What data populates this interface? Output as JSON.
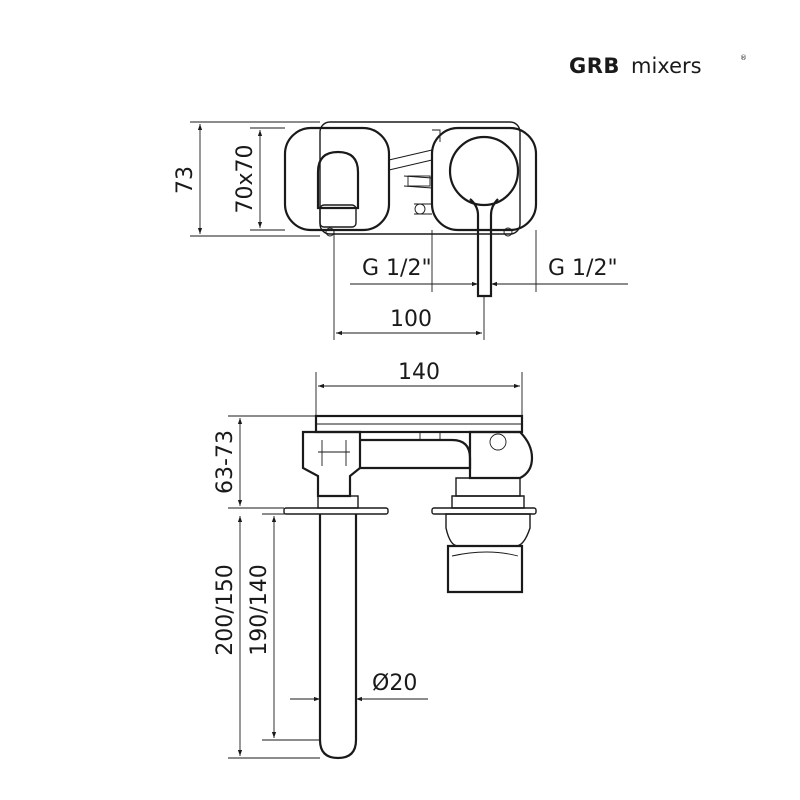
{
  "brand": {
    "name_bold": "GRB",
    "name_light": "mixers",
    "registered_mark": "®"
  },
  "front_view": {
    "height_total": "73",
    "plate_size": "70x70",
    "connection_left": "G 1/2\"",
    "connection_right": "G 1/2\"",
    "center_distance": "100"
  },
  "side_view": {
    "depth": "140",
    "wall_depth_range": "63-73",
    "spout_length_outer": "200/150",
    "spout_length_inner": "190/140",
    "spout_diameter": "Ø20"
  }
}
